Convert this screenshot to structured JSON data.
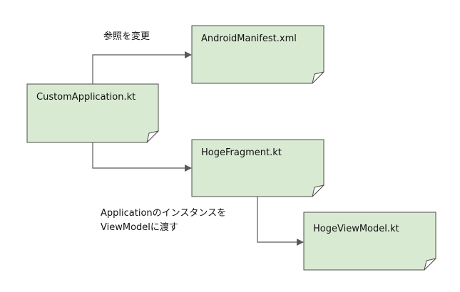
{
  "diagram": {
    "colors": {
      "note_fill": "#d9ead3",
      "note_stroke": "#4d4d4d",
      "fold_fill": "#ffffff",
      "edge": "#595959"
    },
    "nodes": {
      "custom_application": "CustomApplication.kt",
      "android_manifest": "AndroidManifest.xml",
      "hoge_fragment": "HogeFragment.kt",
      "hoge_view_model": "HogeViewModel.kt"
    },
    "edge_labels": {
      "change_reference": "参照を変更",
      "pass_instance_line1": "Applicationのインスタンスを",
      "pass_instance_line2": "ViewModelに渡す"
    }
  }
}
